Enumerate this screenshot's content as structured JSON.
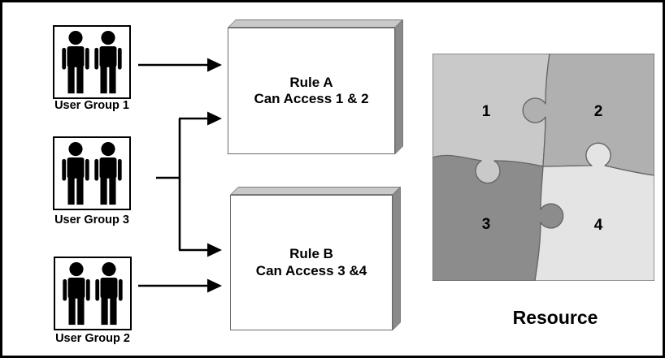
{
  "diagram": {
    "user_groups": [
      {
        "label": "User Group 1"
      },
      {
        "label": "User Group 3"
      },
      {
        "label": "User Group 2"
      }
    ],
    "rules": [
      {
        "title": "Rule A",
        "description": "Can Access 1 & 2"
      },
      {
        "title": "Rule B",
        "description": "Can Access 3 &4"
      }
    ],
    "connections": [
      {
        "from": "User Group 1",
        "to": "Rule A"
      },
      {
        "from": "User Group 3",
        "to": "Rule A"
      },
      {
        "from": "User Group 3",
        "to": "Rule B"
      },
      {
        "from": "User Group 2",
        "to": "Rule B"
      }
    ],
    "resource": {
      "label": "Resource",
      "pieces": [
        {
          "number": "1",
          "color": "#c9c9c9"
        },
        {
          "number": "2",
          "color": "#b0b0b0"
        },
        {
          "number": "3",
          "color": "#8c8c8c"
        },
        {
          "number": "4",
          "color": "#e4e4e4"
        }
      ]
    }
  }
}
